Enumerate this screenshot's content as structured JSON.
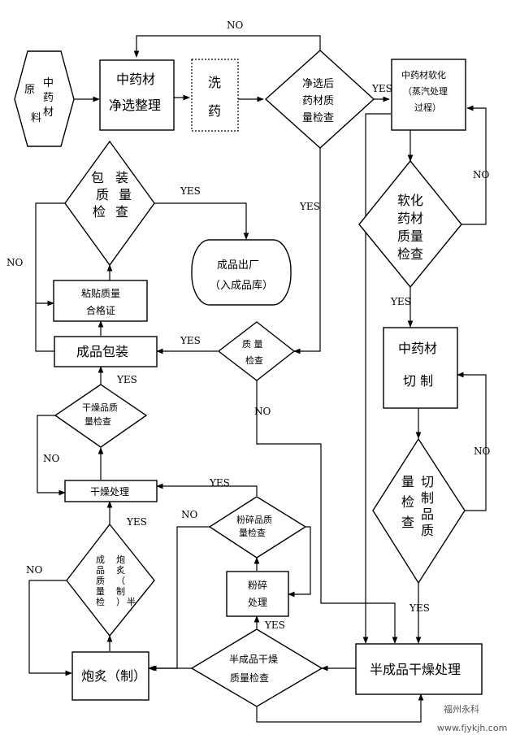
{
  "nodes": {
    "raw": {
      "l1": "中",
      "l2": "药",
      "l3": "材",
      "l4": "原",
      "l5": "料"
    },
    "sort": {
      "l1": "中药材",
      "l2": "净选整理"
    },
    "wash": {
      "l1": "洗",
      "l2": "药"
    },
    "qc_clean": {
      "l1": "净选后",
      "l2": "药材质",
      "l3": "量检查"
    },
    "soften": {
      "l1": "中药材软化",
      "l2": "（蒸汽处理",
      "l3": "过程）"
    },
    "qc_soft": {
      "l1": "软化",
      "l2": "药材",
      "l3": "质量",
      "l4": "检查"
    },
    "cut": {
      "l1": "中药材",
      "l2": "切  制"
    },
    "qc_cut": {
      "l1": "切",
      "l2": "制",
      "l3": "品",
      "l4": "质",
      "l5": "量",
      "l6": "检",
      "l7": "查"
    },
    "semi_dry": {
      "l1": "半成品干燥处理"
    },
    "qc_semi": {
      "l1": "半成品干燥",
      "l2": "质量检查"
    },
    "crush": {
      "l1": "粉碎",
      "l2": "处理"
    },
    "qc_crush": {
      "l1": "粉碎品质",
      "l2": "量检查"
    },
    "process": {
      "l1": "炮炙（制）"
    },
    "qc_process": {
      "l1": "炮",
      "l2": "炙",
      "l3": "（",
      "l4": "制",
      "l5": "）",
      "l6": "半",
      "l7": "成",
      "l8": "品",
      "l9": "质",
      "l10": "量",
      "l11": "检"
    },
    "dry": {
      "l1": "干燥处理"
    },
    "qc_dry": {
      "l1": "干燥品质",
      "l2": "量检查"
    },
    "pack": {
      "l1": "成品包装"
    },
    "qc_final": {
      "l1": "质  量",
      "l2": "检查"
    },
    "label": {
      "l1": "粘贴质量",
      "l2": "合格证"
    },
    "qc_pack": {
      "l1": "包",
      "l2": "装",
      "l3": "质",
      "l4": "量",
      "l5": "检",
      "l6": "查"
    },
    "store": {
      "l1": "成品出厂",
      "l2": "（入成品库）"
    }
  },
  "edge_labels": {
    "yes": "YES",
    "no": "NO"
  },
  "watermark": {
    "name": "福州永科",
    "url": "www.fjykjh.com"
  }
}
